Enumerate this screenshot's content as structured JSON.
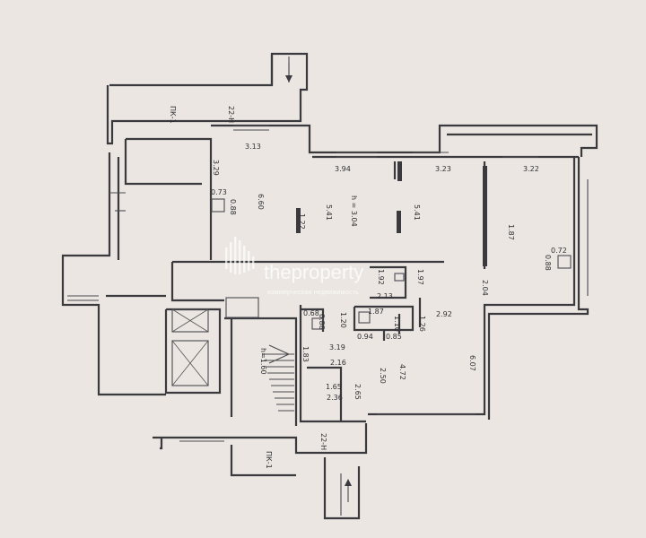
{
  "plan": {
    "ceiling_height": "h = 3.04",
    "stair_height": "h=1.60",
    "section_top": "22-H",
    "section_bottom": "22-H",
    "axis_top": "ПК-1",
    "axis_bottom": "ПК-1",
    "dimensions": {
      "d_313": "3.13",
      "d_329": "3.29",
      "d_394": "3.94",
      "d_323": "3.23",
      "d_322": "3.22",
      "d_073a": "0.73",
      "d_088a": "0.88",
      "d_660": "6.60",
      "d_122": "1.22",
      "d_541a": "5.41",
      "d_541b": "5.41",
      "d_187a": "1.87",
      "d_072": "0.72",
      "d_088b": "0.88",
      "d_192": "1.92",
      "d_197": "1.97",
      "d_213": "2.13",
      "d_204": "2.04",
      "d_068": "0.68",
      "d_088c": "0.88",
      "d_120": "1.20",
      "d_187b": "1.87",
      "d_110": "1.10",
      "d_126": "1.26",
      "d_292": "2.92",
      "d_094": "0.94",
      "d_085": "0.85",
      "d_183": "1.83",
      "d_319": "3.19",
      "d_216": "2.16",
      "d_250": "2.50",
      "d_472": "4.72",
      "d_607": "6.07",
      "d_165": "1.65",
      "d_236": "2.36",
      "d_265": "2.65"
    }
  },
  "watermark": {
    "brand": "theproperty",
    "tagline": "коммерческая недвижимость"
  },
  "colors": {
    "paper": "#ebe6e1",
    "ink": "#3a3a3e"
  }
}
